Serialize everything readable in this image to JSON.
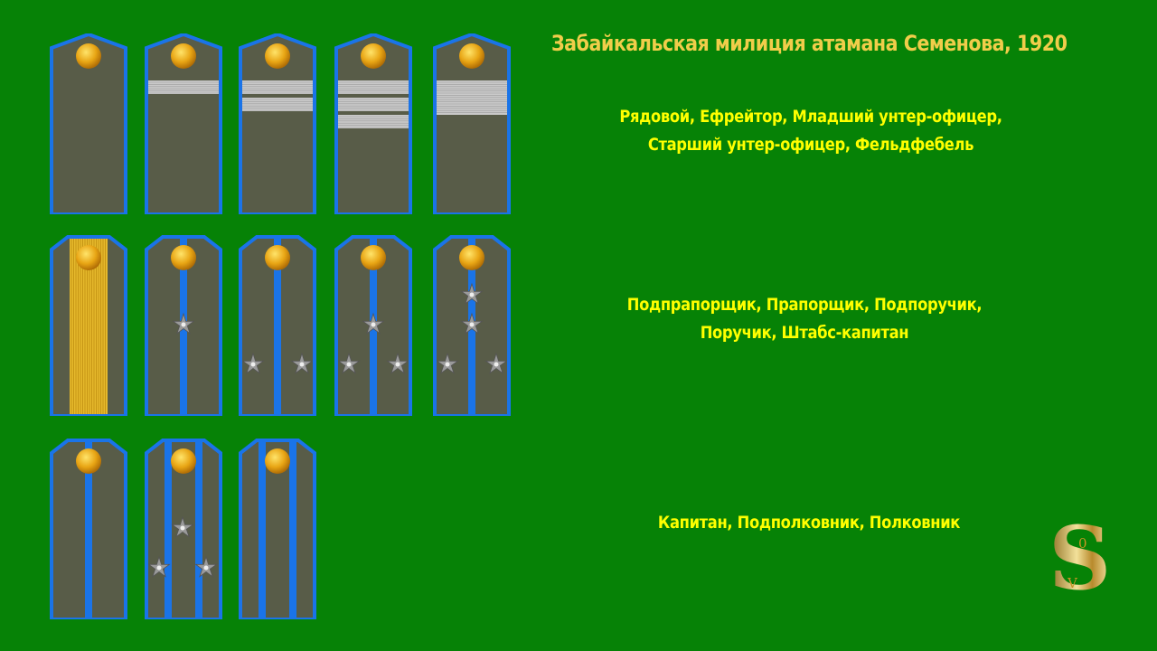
{
  "title": "Забайкальская милиция атамана Семенова, 1920",
  "colors": {
    "background": "#068206",
    "board_cloth": "#585c48",
    "piping": "#1a74e8",
    "button_gold": "#e8a514",
    "silver_galloon": "#c9c9c9",
    "gold_galloon": "#e6b92c",
    "title_text": "#f0cd4a",
    "caption_text": "#ffff00"
  },
  "groups": [
    {
      "caption_lines": [
        "Рядовой, Ефрейтор, Младший унтер-офицер,",
        "Старший унтер-офицер, Фельдфебель"
      ],
      "boards": [
        {
          "rank": "Рядовой",
          "stripes": 0
        },
        {
          "rank": "Ефрейтор",
          "stripes": 1
        },
        {
          "rank": "Младший унтер-офицер",
          "stripes": 2
        },
        {
          "rank": "Старший унтер-офицер",
          "stripes": 3
        },
        {
          "rank": "Фельдфебель",
          "stripes": "wide"
        }
      ]
    },
    {
      "caption_lines": [
        "Подпрапорщик, Прапорщик, Подпоручик,",
        "Поручик, Штабс-капитан"
      ],
      "boards": [
        {
          "rank": "Подпрапорщик",
          "lumen": "gold-wide",
          "stars": 0
        },
        {
          "rank": "Прапорщик",
          "lumen": 1,
          "stars": 1
        },
        {
          "rank": "Подпоручик",
          "lumen": 1,
          "stars": 2
        },
        {
          "rank": "Поручик",
          "lumen": 1,
          "stars": 3
        },
        {
          "rank": "Штабс-капитан",
          "lumen": 1,
          "stars": 4
        }
      ]
    },
    {
      "caption_lines": [
        "Капитан, Подполковник, Полковник"
      ],
      "boards": [
        {
          "rank": "Капитан",
          "lumen": 1,
          "stars": 0
        },
        {
          "rank": "Подполковник",
          "lumen": 2,
          "stars": 3
        },
        {
          "rank": "Полковник",
          "lumen": 2,
          "stars": 0
        }
      ]
    }
  ],
  "logo": {
    "letter": "S",
    "upper": "0",
    "lower": "V"
  }
}
